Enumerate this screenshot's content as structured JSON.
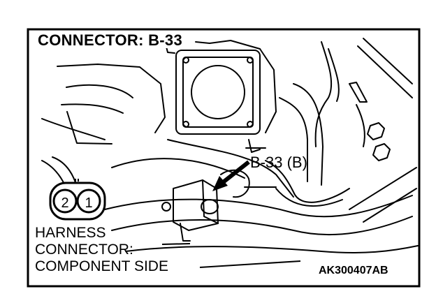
{
  "diagram": {
    "title": "CONNECTOR: B-33",
    "callout": "B-33 (B)",
    "harness_lines": [
      "HARNESS",
      "CONNECTOR:",
      "COMPONENT SIDE"
    ],
    "figure_code": "AK300407AB",
    "connector_pins": [
      "2",
      "1"
    ]
  }
}
